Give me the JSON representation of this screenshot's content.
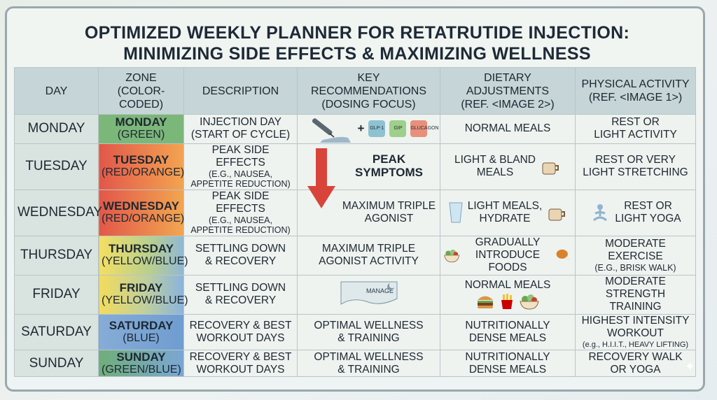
{
  "title_line1": "OPTIMIZED WEEKLY PLANNER FOR RETATRUTIDE INJECTION:",
  "title_line2": "MINIMIZING SIDE EFFECTS & MAXIMIZING WELLNESS",
  "headers": {
    "day": "DAY",
    "zone": "ZONE",
    "zone_sub": "(COLOR-CODED)",
    "description": "DESCRIPTION",
    "key": "KEY RECOMMENDATIONS",
    "key_sub": "(DOSING FOCUS)",
    "diet": "DIETARY ADJUSTMENTS",
    "diet_sub": "(REF. <IMAGE 2>)",
    "activity": "PHYSICAL ACTIVITY",
    "activity_sub": "(REF. <IMAGE 1>)"
  },
  "colors": {
    "green": "#7cb77a",
    "red": "#e2574a",
    "orange": "#f3a450",
    "yellow": "#f4de63",
    "blue": "#7ba6d6",
    "header": "#c6d5d7",
    "arrow": "#d9443a"
  },
  "rows": [
    {
      "day": "MONDAY",
      "zone_name": "MONDAY",
      "zone_color": "(GREEN)",
      "desc1": "INJECTION DAY",
      "desc2": "(START OF CYCLE)",
      "key_badges": [
        "GLP-1",
        "GIP",
        "GLUCAGON"
      ],
      "key_plus": "+",
      "diet": "NORMAL MEALS",
      "act1": "REST OR",
      "act2": "LIGHT ACTIVITY"
    },
    {
      "day": "TUESDAY",
      "zone_name": "TUESDAY",
      "zone_color": "(RED/ORANGE)",
      "desc1": "PEAK SIDE EFFECTS",
      "desc_small": "(e.g., NAUSEA, APPETITE REDUCTION)",
      "key1": "PEAK",
      "key2": "SYMPTOMS",
      "diet1": "LIGHT & BLAND",
      "diet2": "MEALS",
      "act1": "REST OR VERY",
      "act2": "LIGHT STRETCHING"
    },
    {
      "day": "WEDNESDAY",
      "zone_name": "WEDNESDAY",
      "zone_color": "(RED/ORANGE)",
      "desc1": "PEAK SIDE EFFECTS",
      "desc_small": "(e.g., NAUSEA, APPETITE REDUCTION)",
      "key1": "MAXIMUM TRIPLE",
      "key2": "AGONIST",
      "diet1": "LIGHT MEALS,",
      "diet2": "HYDRATE",
      "act1": "REST OR",
      "act2": "LIGHT YOGA"
    },
    {
      "day": "THURSDAY",
      "zone_name": "THURSDAY",
      "zone_color": "(YELLOW/BLUE)",
      "desc1": "SETTLING DOWN",
      "desc2": "& RECOVERY",
      "key1": "MAXIMUM TRIPLE",
      "key2": "AGONIST ACTIVITY",
      "diet1": "GRADUALLY",
      "diet2": "INTRODUCE FOODS",
      "act1": "MODERATE EXERCISE",
      "act_small": "(e.g., BRISK WALK)"
    },
    {
      "day": "FRIDAY",
      "zone_name": "FRIDAY",
      "zone_color": "(YELLOW/BLUE)",
      "desc1": "SETTLING DOWN",
      "desc2": "& RECOVERY",
      "key_manage": "MANAGE",
      "diet": "NORMAL MEALS",
      "act1": "MODERATE",
      "act2": "STRENGTH TRAINING"
    },
    {
      "day": "SATURDAY",
      "zone_name": "SATURDAY",
      "zone_color": "(BLUE)",
      "desc1": "RECOVERY & BEST",
      "desc2": "WORKOUT DAYS",
      "key1": "OPTIMAL WELLNESS",
      "key2": "& TRAINING",
      "diet1": "NUTRITIONALLY",
      "diet2": "DENSE MEALS",
      "act1": "HIGHEST INTENSITY",
      "act2": "WORKOUT",
      "act_small": "(e.g., H.I.I.T., HEAVY LIFTING)"
    },
    {
      "day": "SUNDAY",
      "zone_name": "SUNDAY",
      "zone_color": "(GREEN/BLUE)",
      "desc1": "RECOVERY & BEST",
      "desc2": "WORKOUT DAYS",
      "key1": "OPTIMAL WELLNESS",
      "key2": "& TRAINING",
      "diet1": "NUTRITIONALLY",
      "diet2": "DENSE MEALS",
      "act1": "RECOVERY WALK",
      "act2": "OR YOGA"
    }
  ],
  "icons": [
    "injection-pen-icon",
    "arrow-down-icon",
    "coffee-cup-icon",
    "water-glass-icon",
    "meditation-icon",
    "salad-bowl-icon",
    "chicken-leg-icon",
    "burger-icon",
    "fries-icon",
    "sparkle-icon"
  ]
}
